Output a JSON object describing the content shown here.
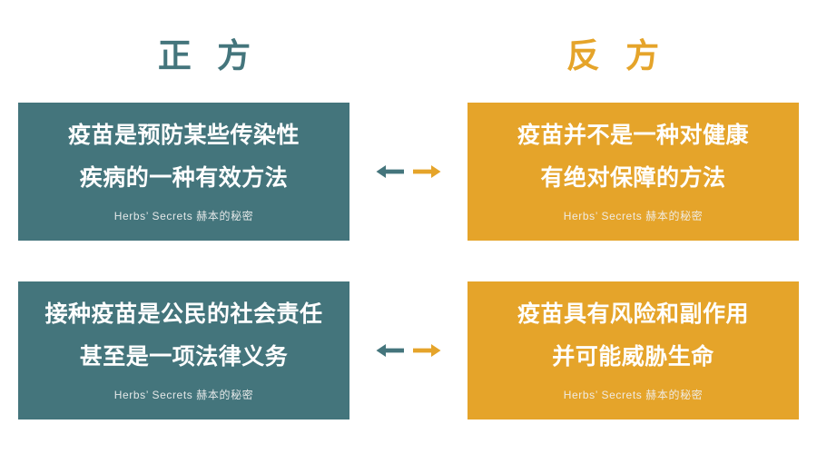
{
  "headings": {
    "pro": {
      "label": "正 方",
      "color": "#44757c"
    },
    "con": {
      "label": "反 方",
      "color": "#e5a42a"
    }
  },
  "colors": {
    "teal": "#44757c",
    "orange": "#e5a42a",
    "background": "#ffffff",
    "card_text": "#ffffff",
    "caption_text": "#f2f2f2"
  },
  "caption": "Herbs’ Secrets 赫本的秘密",
  "rows": [
    {
      "pro": {
        "line1": "疫苗是预防某些传染性",
        "line2": "疾病的一种有效方法",
        "caption": "Herbs’ Secrets 赫本的秘密"
      },
      "connector": {
        "left_arrow": "arrow-left-icon",
        "left_arrow_color": "#44757c",
        "right_arrow": "arrow-right-icon",
        "right_arrow_color": "#e5a42a"
      },
      "con": {
        "line1": "疫苗并不是一种对健康",
        "line2": "有绝对保障的方法",
        "caption": "Herbs’ Secrets 赫本的秘密"
      }
    },
    {
      "pro": {
        "line1": "接种疫苗是公民的社会责任",
        "line2": "甚至是一项法律义务",
        "caption": "Herbs’ Secrets 赫本的秘密"
      },
      "connector": {
        "left_arrow": "arrow-left-icon",
        "left_arrow_color": "#44757c",
        "right_arrow": "arrow-right-icon",
        "right_arrow_color": "#e5a42a"
      },
      "con": {
        "line1": "疫苗具有风险和副作用",
        "line2": "并可能威胁生命",
        "caption": "Herbs’ Secrets 赫本的秘密"
      }
    }
  ]
}
